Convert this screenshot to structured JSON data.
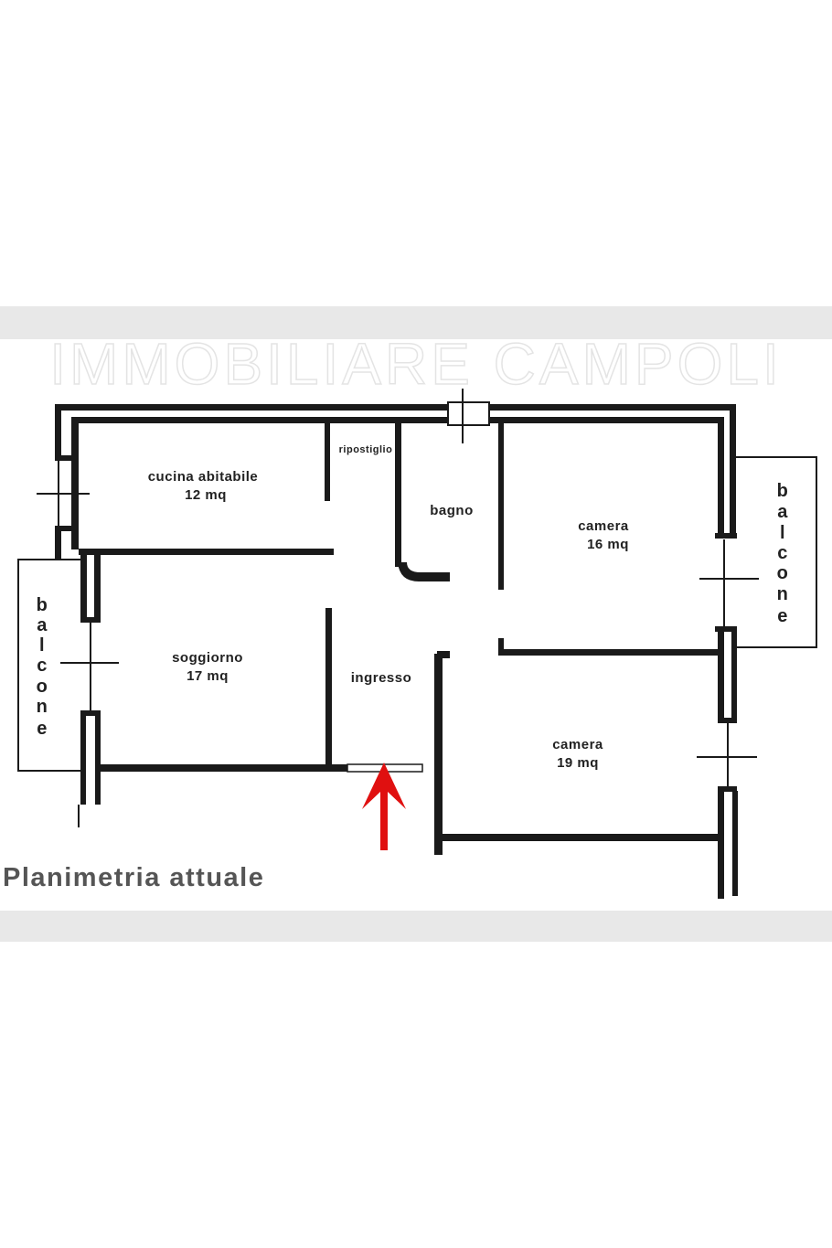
{
  "watermark": "IMMOBILIARE CAMPOLI",
  "title": "Planimetria attuale",
  "rooms": {
    "cucina": {
      "name": "cucina abitabile",
      "area": "12 mq"
    },
    "ripostiglio": {
      "name": "ripostiglio"
    },
    "bagno": {
      "name": "bagno"
    },
    "camera1": {
      "name": "camera",
      "area": "16 mq"
    },
    "soggiorno": {
      "name": "soggiorno",
      "area": "17 mq"
    },
    "ingresso": {
      "name": "ingresso"
    },
    "camera2": {
      "name": "camera",
      "area": "19 mq"
    }
  },
  "balcone_letters": [
    "b",
    "a",
    "l",
    "c",
    "o",
    "n",
    "e"
  ],
  "colors": {
    "entrance_arrow": "#e01010",
    "band": "#e8e8e8"
  }
}
